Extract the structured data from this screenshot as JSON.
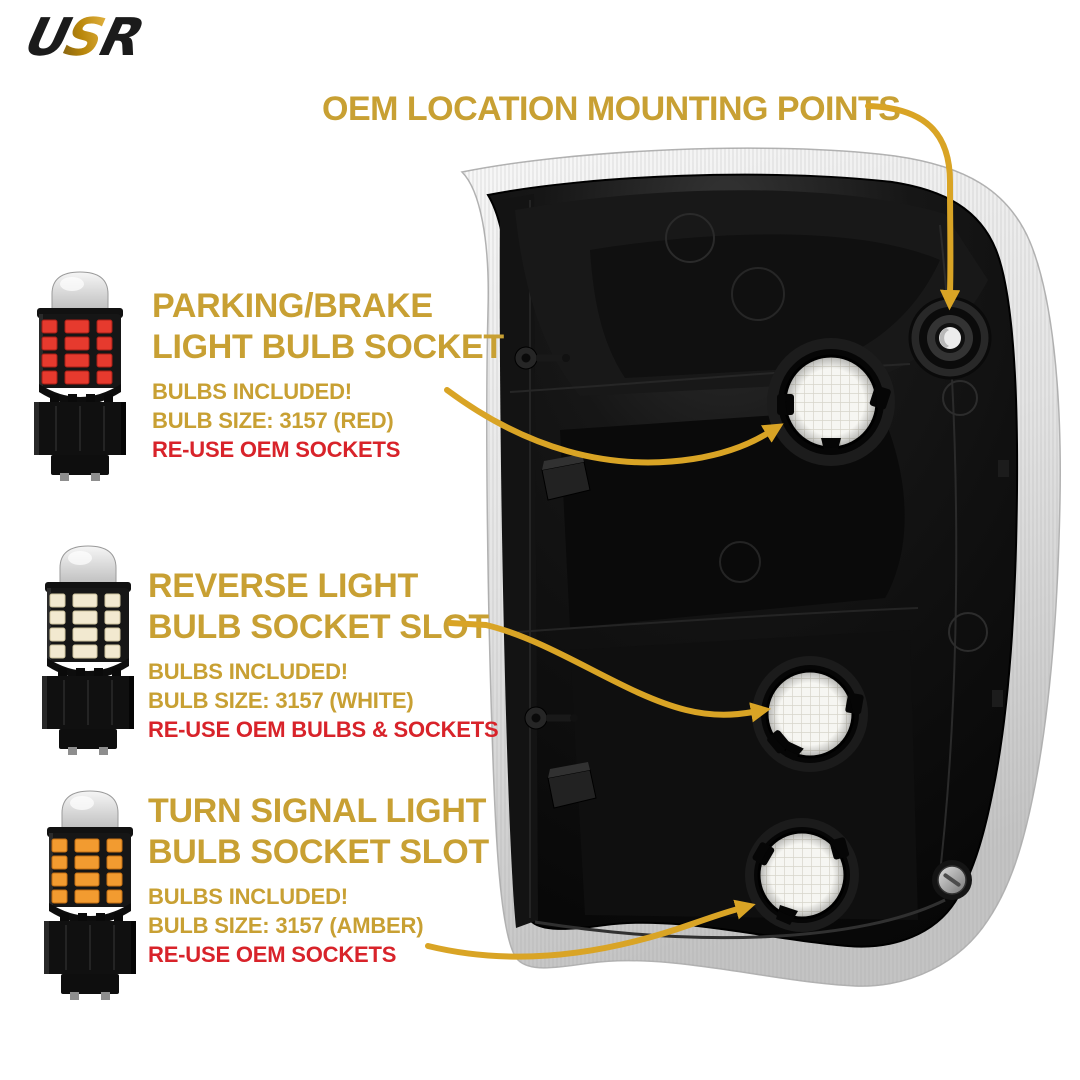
{
  "brand": {
    "letters": [
      "U",
      "S",
      "R"
    ]
  },
  "title": "OEM LOCATION MOUNTING POINTS",
  "sections": [
    {
      "id": "parking-brake",
      "heading_line1": "PARKING/BRAKE",
      "heading_line2": "LIGHT BULB SOCKET",
      "note1": "BULBS INCLUDED!",
      "note2": "BULB SIZE: 3157 (RED)",
      "note3": "RE-USE OEM SOCKETS",
      "led_color": "#E63A2E",
      "led_edge": "#A81F16",
      "bulb_icon": "led-bulb-red-icon"
    },
    {
      "id": "reverse",
      "heading_line1": "REVERSE LIGHT",
      "heading_line2": "BULB SOCKET SLOT",
      "note1": "BULBS INCLUDED!",
      "note2": "BULB SIZE: 3157 (WHITE)",
      "note3": "RE-USE OEM BULBS & SOCKETS",
      "led_color": "#F2E9D0",
      "led_edge": "#CFC49E",
      "bulb_icon": "led-bulb-white-icon"
    },
    {
      "id": "turn-signal",
      "heading_line1": "TURN SIGNAL LIGHT",
      "heading_line2": "BULB SOCKET SLOT",
      "note1": "BULBS INCLUDED!",
      "note2": "BULB SIZE: 3157 (AMBER)",
      "note3": "RE-USE OEM SOCKETS",
      "led_color": "#F29B30",
      "led_edge": "#C46F12",
      "bulb_icon": "led-bulb-amber-icon"
    }
  ],
  "icons": {
    "logo": "usr-brand-logo",
    "housing": "tail-light-housing-back-view",
    "arrows": [
      "mounting-point-arrow",
      "parking-brake-socket-arrow",
      "reverse-socket-arrow",
      "turn-signal-socket-arrow"
    ]
  },
  "colors": {
    "gold_text": "#C8A033",
    "gold_arrow": "#D9A425",
    "red_text": "#D8232A",
    "chrome": "#E2E2E2",
    "housing_black": "#0C0C0C"
  }
}
